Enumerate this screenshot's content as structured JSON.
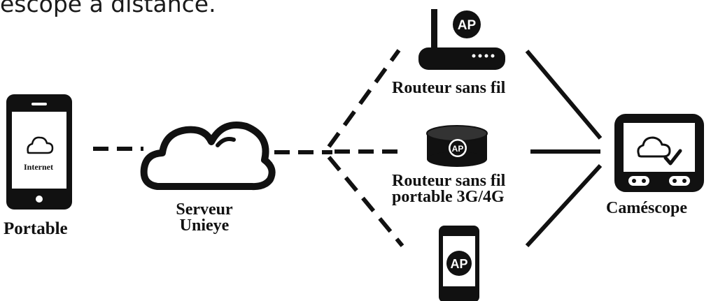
{
  "heading": "escope à distance.",
  "nodes": {
    "portable_label": "Portable",
    "internet_label": "Internet",
    "server_label_line1": "Serveur",
    "server_label_line2": "Unieye",
    "router1_label": "Routeur sans fil",
    "router2_label_line1": "Routeur sans fil",
    "router2_label_line2": "portable 3G/4G",
    "camera_label": "Caméscope"
  },
  "badges": {
    "ap": "AP"
  },
  "colors": {
    "ink": "#111111",
    "background": "#ffffff"
  }
}
